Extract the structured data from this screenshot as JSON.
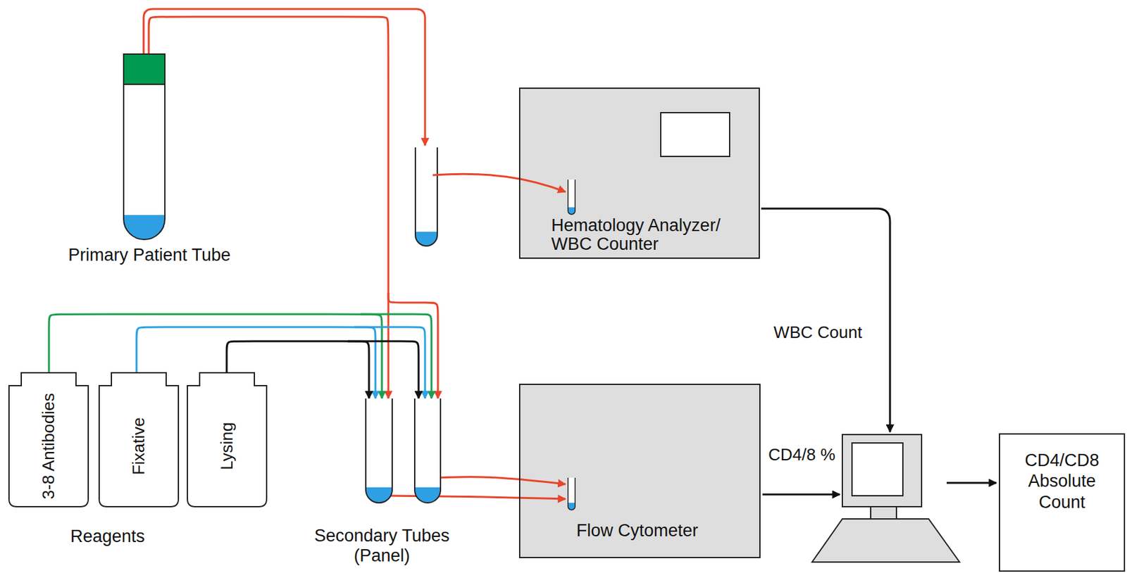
{
  "diagram": {
    "nodes": [
      {
        "text": [
          "Primary Patient Tube"
        ]
      },
      {
        "text": [
          "Hematology Analyzer/ WBC Counter"
        ]
      },
      {
        "text": [
          "3-8 Antibodies"
        ]
      },
      {
        "text": [
          "Fixative"
        ]
      },
      {
        "text": [
          "Lysing"
        ]
      },
      {
        "text": [
          "Secondary Tubes (Panel)"
        ]
      },
      {
        "text": [
          "Flow Cytometer"
        ]
      },
      {
        "text": [
          "CD4/CD8 Absolute Count"
        ]
      }
    ],
    "edges": [
      {
        "from": 0,
        "to": 5,
        "arrow": "to"
      },
      {
        "from": 2,
        "to": 5,
        "arrow": "to"
      },
      {
        "from": 3,
        "to": 5,
        "arrow": "to"
      },
      {
        "from": 4,
        "to": 5,
        "arrow": "to"
      },
      {
        "from": 5,
        "to": 6,
        "arrow": "to"
      }
    ],
    "labels": [
      "WBC Count",
      "CD4/8 %",
      "Reagents"
    ]
  }
}
